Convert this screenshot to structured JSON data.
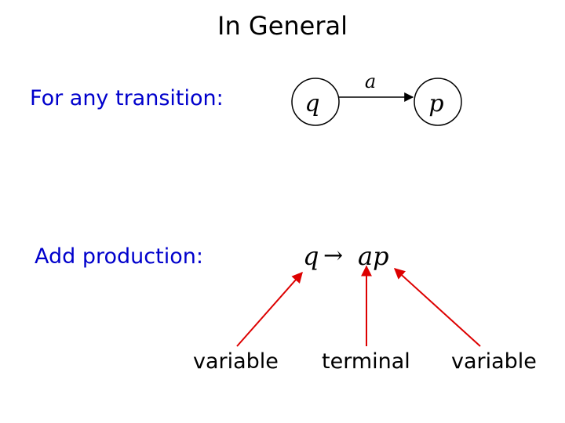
{
  "title": "In General",
  "transition_label": "For any transition:",
  "production_label": "Add production:",
  "automaton": {
    "from_state": "q",
    "to_state": "p",
    "edge_symbol": "a"
  },
  "production": {
    "lhs": "q",
    "arrow": "→",
    "rhs": "ap"
  },
  "annotations": {
    "left": "variable",
    "middle": "terminal",
    "right": "variable"
  },
  "colors": {
    "title": "#000000",
    "blue_text": "#0000cc",
    "arrows": "#dd0000",
    "edges": "#000000"
  }
}
